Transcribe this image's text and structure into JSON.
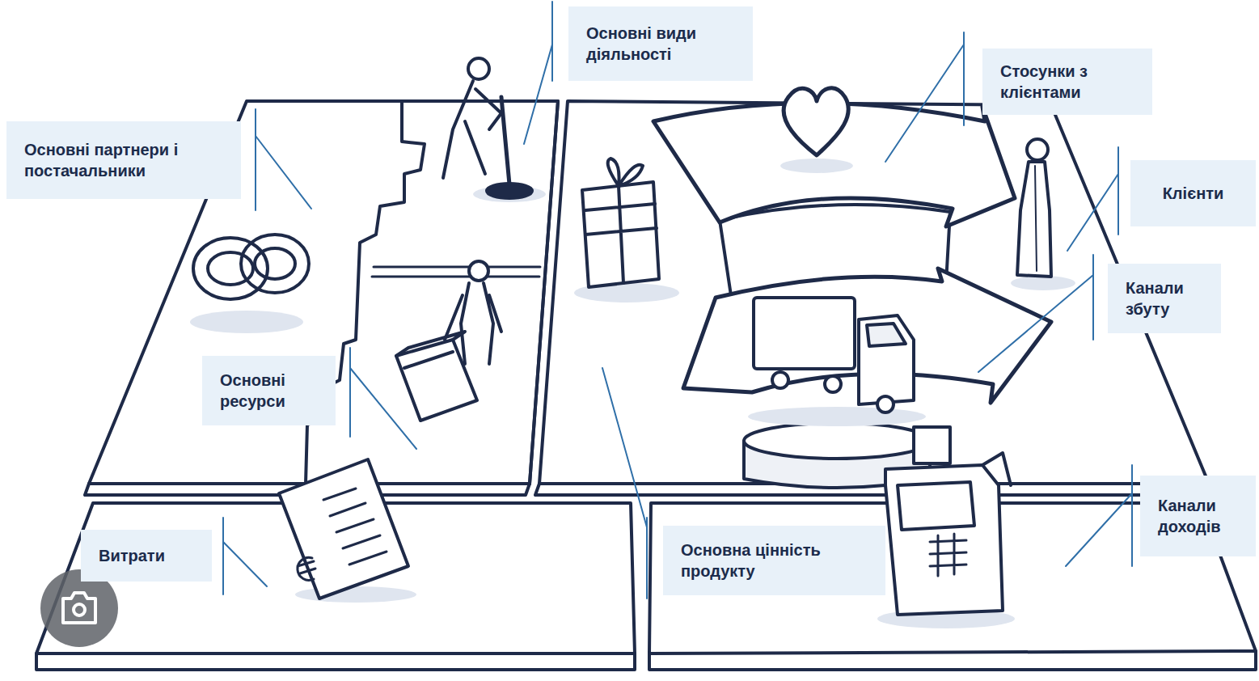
{
  "diagram": {
    "nodes": [
      {
        "text": [
          "Основні види діяльності"
        ]
      },
      {
        "text": [
          "Стосунки з клієнтами"
        ]
      },
      {
        "text": [
          "Основні партнери і постачальники"
        ]
      },
      {
        "text": [
          "Клієнти"
        ]
      },
      {
        "text": [
          "Канали збуту"
        ]
      },
      {
        "text": [
          "Основні ресурси"
        ]
      },
      {
        "text": [
          "Канали доходів"
        ]
      },
      {
        "text": [
          "Основна цінність продукту"
        ]
      },
      {
        "text": [
          "Витрати"
        ]
      }
    ]
  }
}
